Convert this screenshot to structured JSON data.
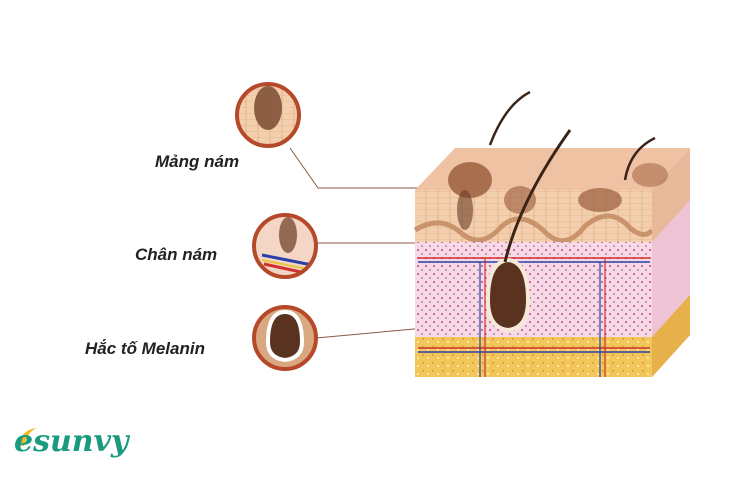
{
  "labels": {
    "patch": "Mảng nám",
    "root": "Chân nám",
    "melanin": "Hắc tố Melanin"
  },
  "logo": "esunvy",
  "colors": {
    "ring": "#b5492a",
    "epidermis": "#f1c9a8",
    "dermis": "#f4d3e0",
    "fat": "#f2c65a",
    "brand": "#1a9a7e",
    "leader": "#8a5a44"
  }
}
